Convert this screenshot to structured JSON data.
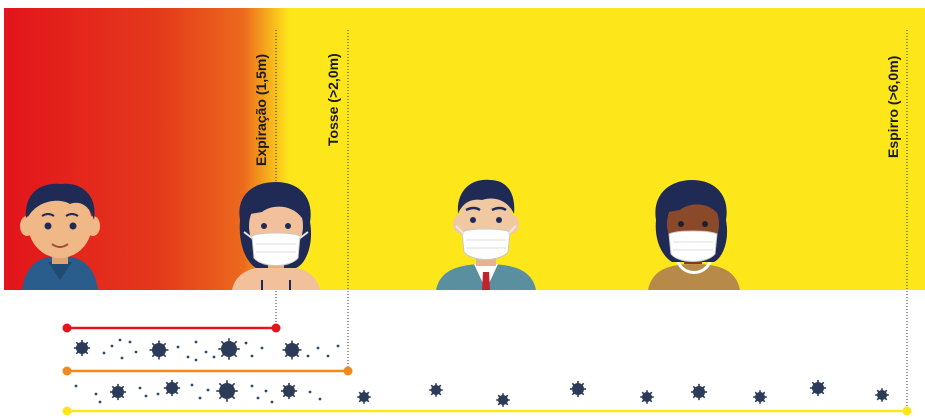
{
  "labels": {
    "expiration": "Expiração (1,5m)",
    "cough": "Tosse (>2,0m)",
    "sneeze": "Espirro (>6,0m)"
  },
  "colors": {
    "red": "#e3141b",
    "orange": "#e8461e",
    "yellow": "#fde71b",
    "ring_red": "#e3141b",
    "ring_orange": "#f08a1d",
    "ring_yellow": "#fde71b",
    "virus": "#2b3b58",
    "dot": "#2a4a7a"
  },
  "people": [
    {
      "name": "person-no-mask",
      "mask": false,
      "skin": "#f0b787",
      "hair": "#1f2a55",
      "shirt": "#2a5d8c"
    },
    {
      "name": "person-woman-mask",
      "mask": true,
      "skin": "#f2c19c",
      "hair": "#1f2a55",
      "shirt": "#f2c19c"
    },
    {
      "name": "person-man-mask",
      "mask": true,
      "skin": "#f0c8a2",
      "hair": "#1f2a55",
      "shirt": "#5a8fa0"
    },
    {
      "name": "person-woman2-mask",
      "mask": true,
      "skin": "#8a4a2a",
      "hair": "#1f2a55",
      "shirt": "#b78a4a"
    }
  ],
  "icons": [
    "virus-icon",
    "droplet-icon"
  ]
}
